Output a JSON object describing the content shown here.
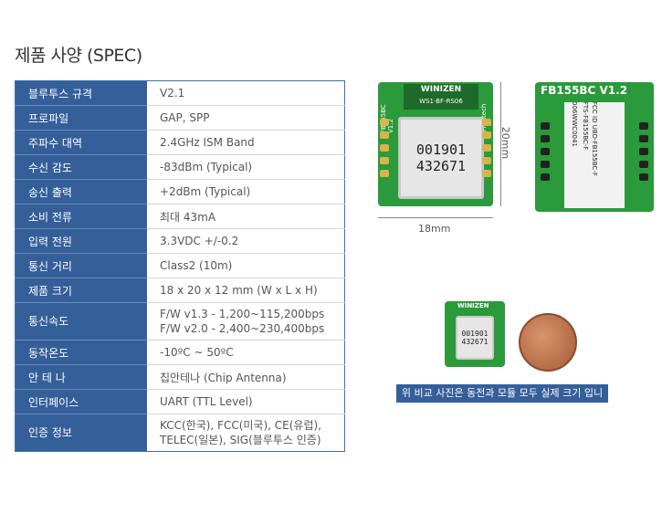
{
  "title": "제품 사양 (SPEC)",
  "spec_rows": [
    {
      "label": "블루투스 규격",
      "value": "V2.1"
    },
    {
      "label": "프로파일",
      "value": "GAP, SPP"
    },
    {
      "label": "주파수 대역",
      "value": "2.4GHz ISM Band"
    },
    {
      "label": "수신 감도",
      "value": "-83dBm (Typical)"
    },
    {
      "label": "송신 출력",
      "value": "+2dBm (Typical)"
    },
    {
      "label": "소비 전류",
      "value": "최대 43mA"
    },
    {
      "label": "입력 전원",
      "value": "3.3VDC +/-0.2"
    },
    {
      "label": "통신 거리",
      "value": "Class2 (10m)"
    },
    {
      "label": "제품 크기",
      "value": "18 x 20 x 12 mm (W x L x H)"
    },
    {
      "label": "통신속도",
      "value": "F/W v1.3 - 1,200~115,200bps",
      "value2": "F/W v2.0 - 2,400~230,400bps"
    },
    {
      "label": "동작온도",
      "value": "-10ºC ~ 50ºC"
    },
    {
      "label": "안 테 나",
      "value": "칩안테나 (Chip Antenna)"
    },
    {
      "label": "인터페이스",
      "value": "UART (TTL Level)"
    },
    {
      "label": "인증 정보",
      "value": "KCC(한국), FCC(미국), CE(유럽),",
      "value2": "TELEC(일본), SIG(블루투스 인증)"
    }
  ],
  "module_front": {
    "brand": "WINIZEN",
    "model": "WS1-BF-RS06",
    "side_label": "FB155BC V1.2",
    "maker": "Firmtech",
    "code1": "001901",
    "code2": "432671"
  },
  "module_back": {
    "header": "FB155BC V1.2",
    "fcc": "FCC ID UBD-FB155BC-F",
    "cert": "FTS-FB155BC-F",
    "serial": "006WWC0041"
  },
  "dims": {
    "height": "20mm",
    "width": "18mm"
  },
  "small_module": {
    "brand": "WINIZEN",
    "code1": "001901",
    "code2": "432671"
  },
  "caption": "위 비교 사진은 동전과 모듈 모두 실제 크기 입니다.",
  "colors": {
    "header_bg": "#355f99",
    "pcb": "#2a9a3a"
  }
}
